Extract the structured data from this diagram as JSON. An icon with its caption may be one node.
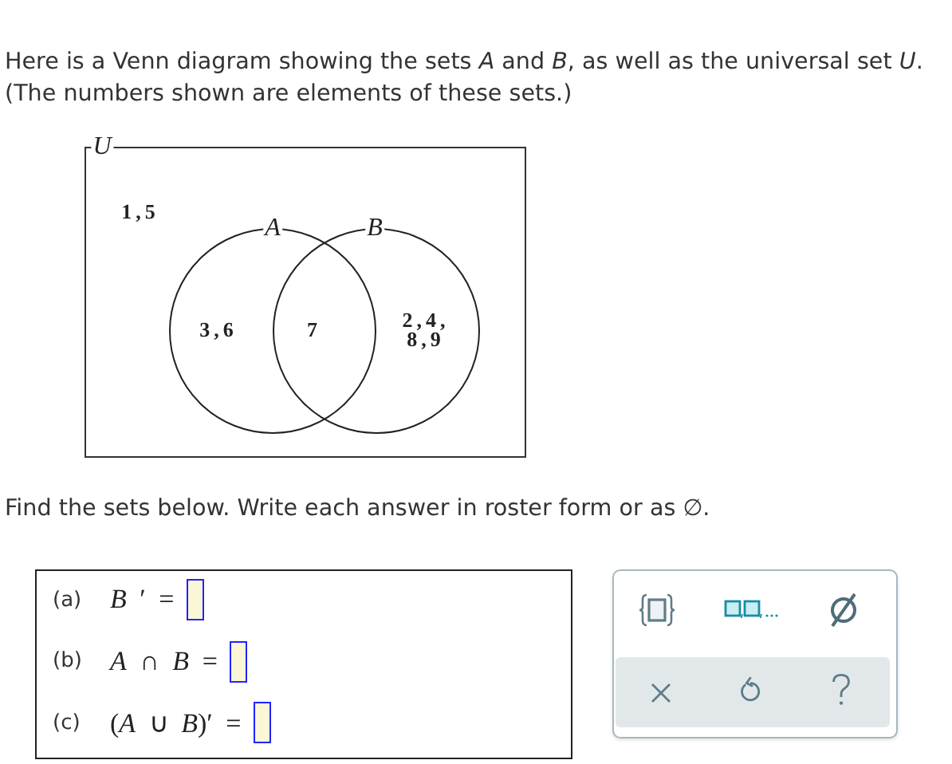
{
  "diagram": {
    "nodes": [
      {
        "text": [
          "U",
          "1,5"
        ]
      },
      {
        "text": [
          "A",
          "3,6"
        ],
        "in": 0
      },
      {
        "text": [
          "B",
          "2,4, 8,9"
        ],
        "in": 0
      },
      {
        "text": [
          "(a)",
          "*B* ′ =",
          "(b)",
          "*A* ∩ *B* =",
          "(c)",
          "(*A* ∪ *B*)′ ="
        ]
      }
    ],
    "labels": [
      "Here is a Venn diagram showing the sets *A* and *B*, as well as the universal set *U*.",
      "(The numbers shown are elements of these sets.)",
      "7",
      "Find the sets below. Write each answer in roster form or as ∅."
    ]
  }
}
